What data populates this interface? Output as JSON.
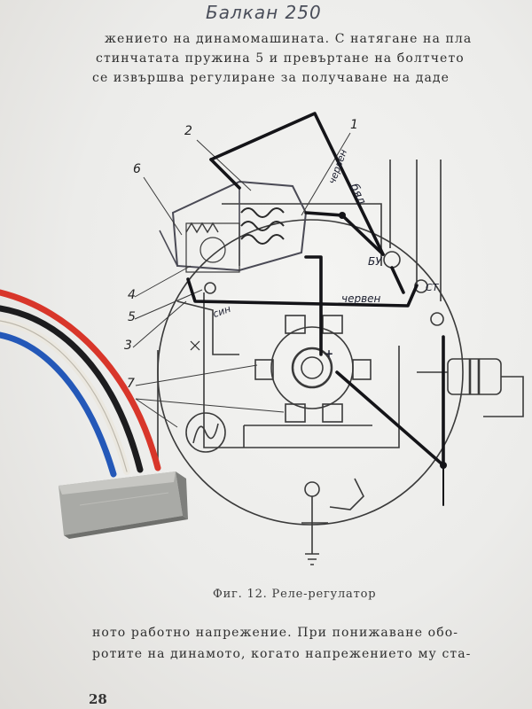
{
  "page": {
    "handwritten_title": "Балкан 250",
    "text_top": [
      "жението на динамомашината. С натягане на пла",
      "стинчатата пружина 5 и превъртане на болтчето",
      "се извършва регулиране за получаване на даде"
    ],
    "caption": "Фиг. 12. Реле-регулатор",
    "text_bottom": [
      "ното работно напрежение. При понижаване обо-",
      "ротите на динамото, когато напрежението му ста-"
    ],
    "page_number": "28"
  },
  "diagram": {
    "labels": {
      "n1": "1",
      "n2": "2",
      "n3": "3",
      "n4": "4",
      "n5": "5",
      "n6": "6",
      "n7": "7"
    },
    "terminals": {
      "by": "БУ",
      "st": "СТ",
      "plus": "+"
    },
    "pen_notes": {
      "cherven_top": "червен",
      "bal": "бял",
      "cherven_mid": "червен",
      "sin": "син"
    }
  },
  "colors": {
    "paper": "#ececea",
    "ink": "#2a2a2a",
    "pen": "#141418",
    "wire_red": "#d8362a",
    "wire_black": "#1c1c1e",
    "wire_white": "#ebe8e0",
    "wire_blue": "#2458b8",
    "aluminum": "#a9aaa6"
  }
}
